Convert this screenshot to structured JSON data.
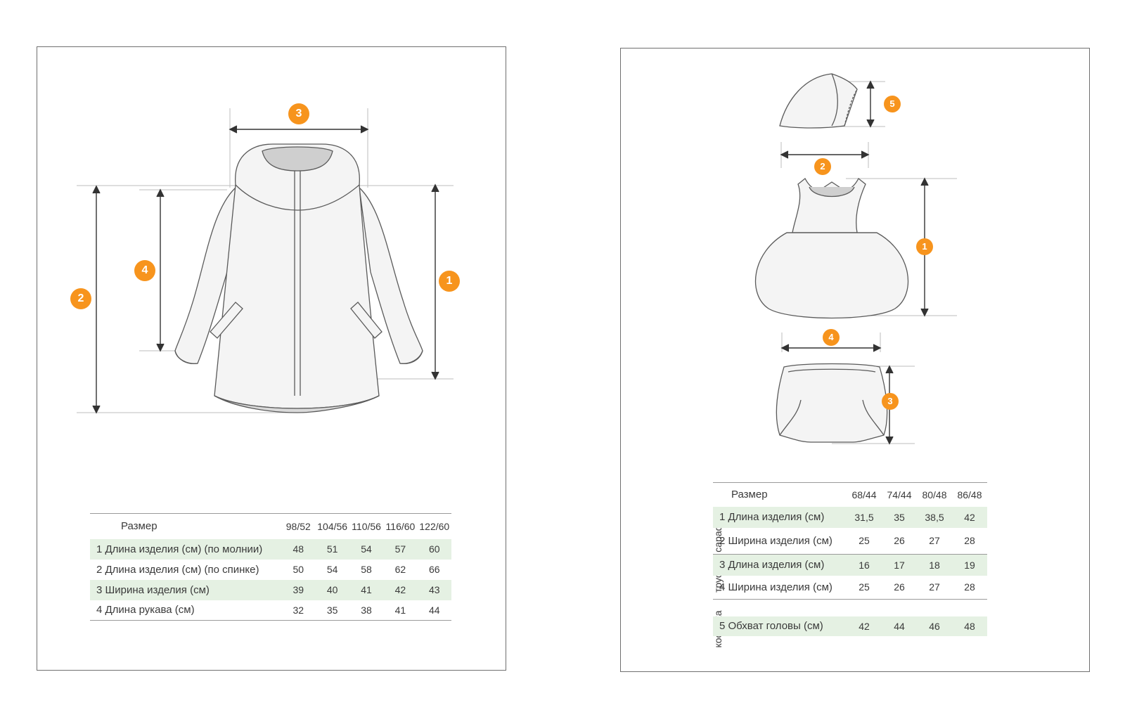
{
  "left": {
    "markers": [
      "1",
      "2",
      "3",
      "4"
    ],
    "table": {
      "header_label": "Размер",
      "sizes": [
        "98/52",
        "104/56",
        "110/56",
        "116/60",
        "122/60"
      ],
      "rows": [
        {
          "label": "1 Длина изделия (см) (по молнии)",
          "values": [
            "48",
            "51",
            "54",
            "57",
            "60"
          ],
          "highlight": true
        },
        {
          "label": "2 Длина изделия (см) (по спинке)",
          "values": [
            "50",
            "54",
            "58",
            "62",
            "66"
          ],
          "highlight": false
        },
        {
          "label": "3 Ширина изделия (см)",
          "values": [
            "39",
            "40",
            "41",
            "42",
            "43"
          ],
          "highlight": true
        },
        {
          "label": "4 Длина рукава (см)",
          "values": [
            "32",
            "35",
            "38",
            "41",
            "44"
          ],
          "highlight": false
        }
      ]
    }
  },
  "right": {
    "markers": [
      "5",
      "2",
      "1",
      "4",
      "3"
    ],
    "table": {
      "header_label": "Размер",
      "sizes": [
        "68/44",
        "74/44",
        "80/48",
        "86/48"
      ],
      "groups": [
        {
          "name": "сарафан",
          "rows": [
            {
              "label": "1 Длина изделия (см)",
              "values": [
                "31,5",
                "35",
                "38,5",
                "42"
              ],
              "highlight": true
            },
            {
              "label": "2 Ширина изделия (см)",
              "values": [
                "25",
                "26",
                "27",
                "28"
              ],
              "highlight": false
            }
          ]
        },
        {
          "name": "трусы",
          "rows": [
            {
              "label": "3 Длина изделия (см)",
              "values": [
                "16",
                "17",
                "18",
                "19"
              ],
              "highlight": true
            },
            {
              "label": "4 Ширина изделия (см)",
              "values": [
                "25",
                "26",
                "27",
                "28"
              ],
              "highlight": false
            }
          ]
        },
        {
          "name": "косынка",
          "rows": [
            {
              "label": "5 Обхват головы (см)",
              "values": [
                "42",
                "44",
                "46",
                "48"
              ],
              "highlight": true
            }
          ]
        }
      ]
    }
  },
  "colors": {
    "accent": "#f7941d",
    "row_highlight": "#e5f1e3",
    "outline": "#5a5a5a"
  }
}
